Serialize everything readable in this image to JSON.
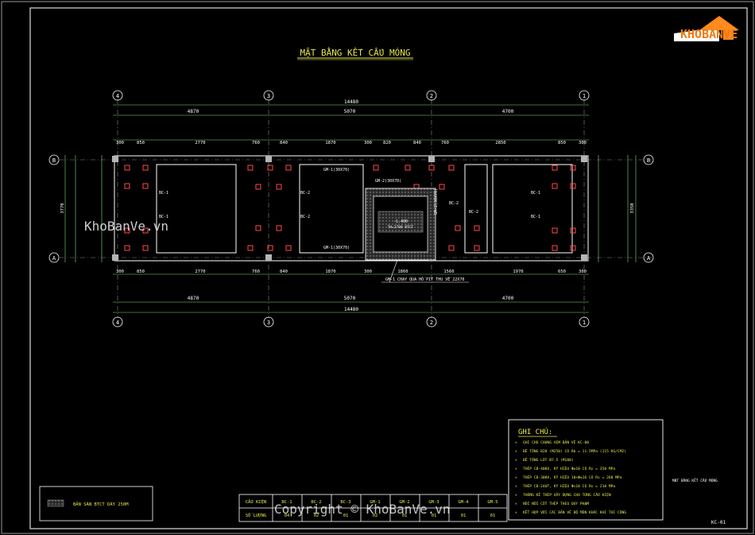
{
  "drawing": {
    "title": "MẶT BẰNG KẾT CẤU MÓNG",
    "watermark_center": "KhoBanVe.vn",
    "watermark_bottom": "Copyright © KhoBanVe.vn",
    "logo_text": "KHOBANVE",
    "sheet_label": "MẶT BẰNG KẾT CẤU MÓNG",
    "sheet_code": "KC-01",
    "total_dimension": "14480",
    "grid_labels": {
      "top": [
        "4",
        "3",
        "2",
        "1"
      ],
      "side_left": [
        "B",
        "A"
      ],
      "side_right": [
        "B",
        "A"
      ]
    },
    "top_dims": [
      "4870",
      "5070",
      "4700"
    ],
    "top_sub_dims": [
      "300",
      "850",
      "2770",
      "760",
      "840",
      "1870",
      "300",
      "820",
      "840",
      "760",
      "2850",
      "850",
      "300"
    ],
    "bottom_sub_dims": [
      "300",
      "850",
      "2770",
      "760",
      "840",
      "1870",
      "300",
      "1860",
      "1560",
      "1970",
      "650",
      "300"
    ],
    "left_total": "3770",
    "right_total": "3350",
    "beam_labels": [
      "BC-1",
      "BC-1",
      "BC-2",
      "BC-2",
      "BC-2",
      "BC-1",
      "BC-1",
      "BC-2",
      "GM-1(30X70)",
      "GM-1(30X70)",
      "GM-2(30X70)",
      "GM-2(30X70)"
    ],
    "pit_label": "-1.400",
    "pit_sub": "TH=2700 BTCT",
    "pit_note": "GM-1 CHẠY QUA HỐ PIT THU VỀ 22X70",
    "legend_text": "BẢN SÀN BTCT DÀY 250M"
  },
  "notes": {
    "heading": "GHI CHÚ:",
    "items": [
      "GHI CHÚ CHUNG XEM BẢN VẼ KC-00",
      "BÊ TÔNG B20 (M250) CÓ Rb = 11.5MPa (115 KG/CM2)",
      "BÊ TÔNG LÓT B7.5 (M100)",
      "THÉP CB-400V, KÝ HIỆU Φ≥10 CÓ Rs = 350 MPa",
      "THÉP CB-300V, KÝ HIỆU 10<Φ≤16 CÓ Rs = 260 MPa",
      "THÉP CB-240T, KÝ HIỆU Φ<10 CÓ Rs = 210 MPa",
      "THỐNG KÊ THÉP XÂY DỰNG CHO TỪNG CẤU KIỆN",
      "NỐI NỐI CỐT THÉP THEO QUY PHẠM",
      "KẾT HỢP VỚI CÁC BẢN VẼ BỘ MÔN KHÁC KHI THI CÔNG"
    ]
  },
  "schedule": {
    "headers": [
      "CẤU KIỆN",
      "BC-1",
      "BC-2",
      "BC-3",
      "GM-1",
      "GM-2",
      "GM-3",
      "GM-4",
      "GM-5"
    ],
    "row_label": "SỐ LƯỢNG",
    "values": [
      "04",
      "02",
      "01",
      "02",
      "01",
      "01",
      "01",
      "01"
    ]
  }
}
